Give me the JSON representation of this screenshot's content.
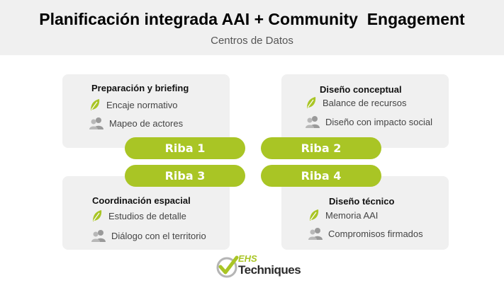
{
  "header": {
    "title": "Planificación integrada AAI + Community  Engagement",
    "subtitle": "Centros de Datos"
  },
  "cards": [
    {
      "title": "Preparación y briefing",
      "items": [
        {
          "icon": "leaf-icon",
          "label": "Encaje normativo"
        },
        {
          "icon": "people-icon",
          "label": "Mapeo de actores"
        }
      ]
    },
    {
      "title": "Diseño conceptual",
      "items": [
        {
          "icon": "leaf-icon",
          "label": "Balance de recursos"
        },
        {
          "icon": "people-icon",
          "label": "Diseño con impacto social"
        }
      ]
    },
    {
      "title": "Coordinación espacial",
      "items": [
        {
          "icon": "leaf-icon",
          "label": "Estudios de detalle"
        },
        {
          "icon": "people-icon",
          "label": "Diálogo con el territorio"
        }
      ]
    },
    {
      "title": "Diseño técnico",
      "items": [
        {
          "icon": "leaf-icon",
          "label": "Memoria AAI"
        },
        {
          "icon": "people-icon",
          "label": "Compromisos firmados"
        }
      ]
    }
  ],
  "stages": [
    "Riba 1",
    "Riba 2",
    "Riba 3",
    "Riba 4"
  ],
  "logo": {
    "line1": "EHS",
    "line2": "Techniques"
  },
  "colors": {
    "accent": "#a9c525",
    "card": "#f0f0f0",
    "header": "#f0f0f0"
  }
}
